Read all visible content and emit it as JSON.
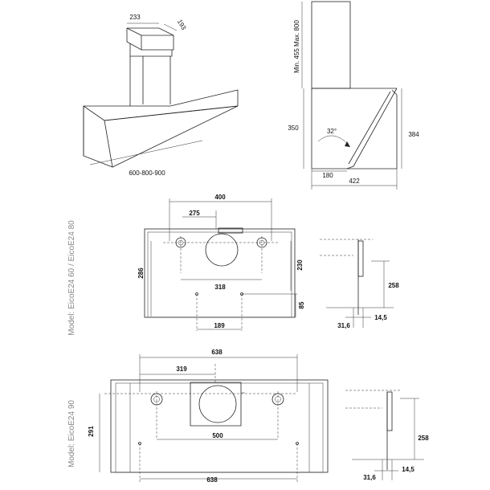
{
  "top_view": {
    "chimney_width": "233",
    "chimney_depth": "193",
    "hood_widths": "600-800-900"
  },
  "side_view": {
    "chimney_height": "Min. 455  Max. 800",
    "hood_height": "350",
    "total_height": "384",
    "angle": "32°",
    "depth_small": "180",
    "depth_total": "422"
  },
  "model_1": {
    "label": "Model: EicoE24 60 / EicoE24 80",
    "width_top": "400",
    "inner_width": "275",
    "height_left": "286",
    "hole_spacing": "318",
    "height_right": "230",
    "bottom_offset": "85",
    "lower_width": "189",
    "side_height": "258",
    "side_depth_a": "31,6",
    "side_depth_b": "14,5"
  },
  "model_2": {
    "label": "Model: EicoE24 90",
    "width_top": "638",
    "inner_width": "319",
    "height_left": "291",
    "hole_spacing": "500",
    "width_bottom": "638",
    "side_height": "258",
    "side_depth_a": "31,6",
    "side_depth_b": "14,5"
  }
}
